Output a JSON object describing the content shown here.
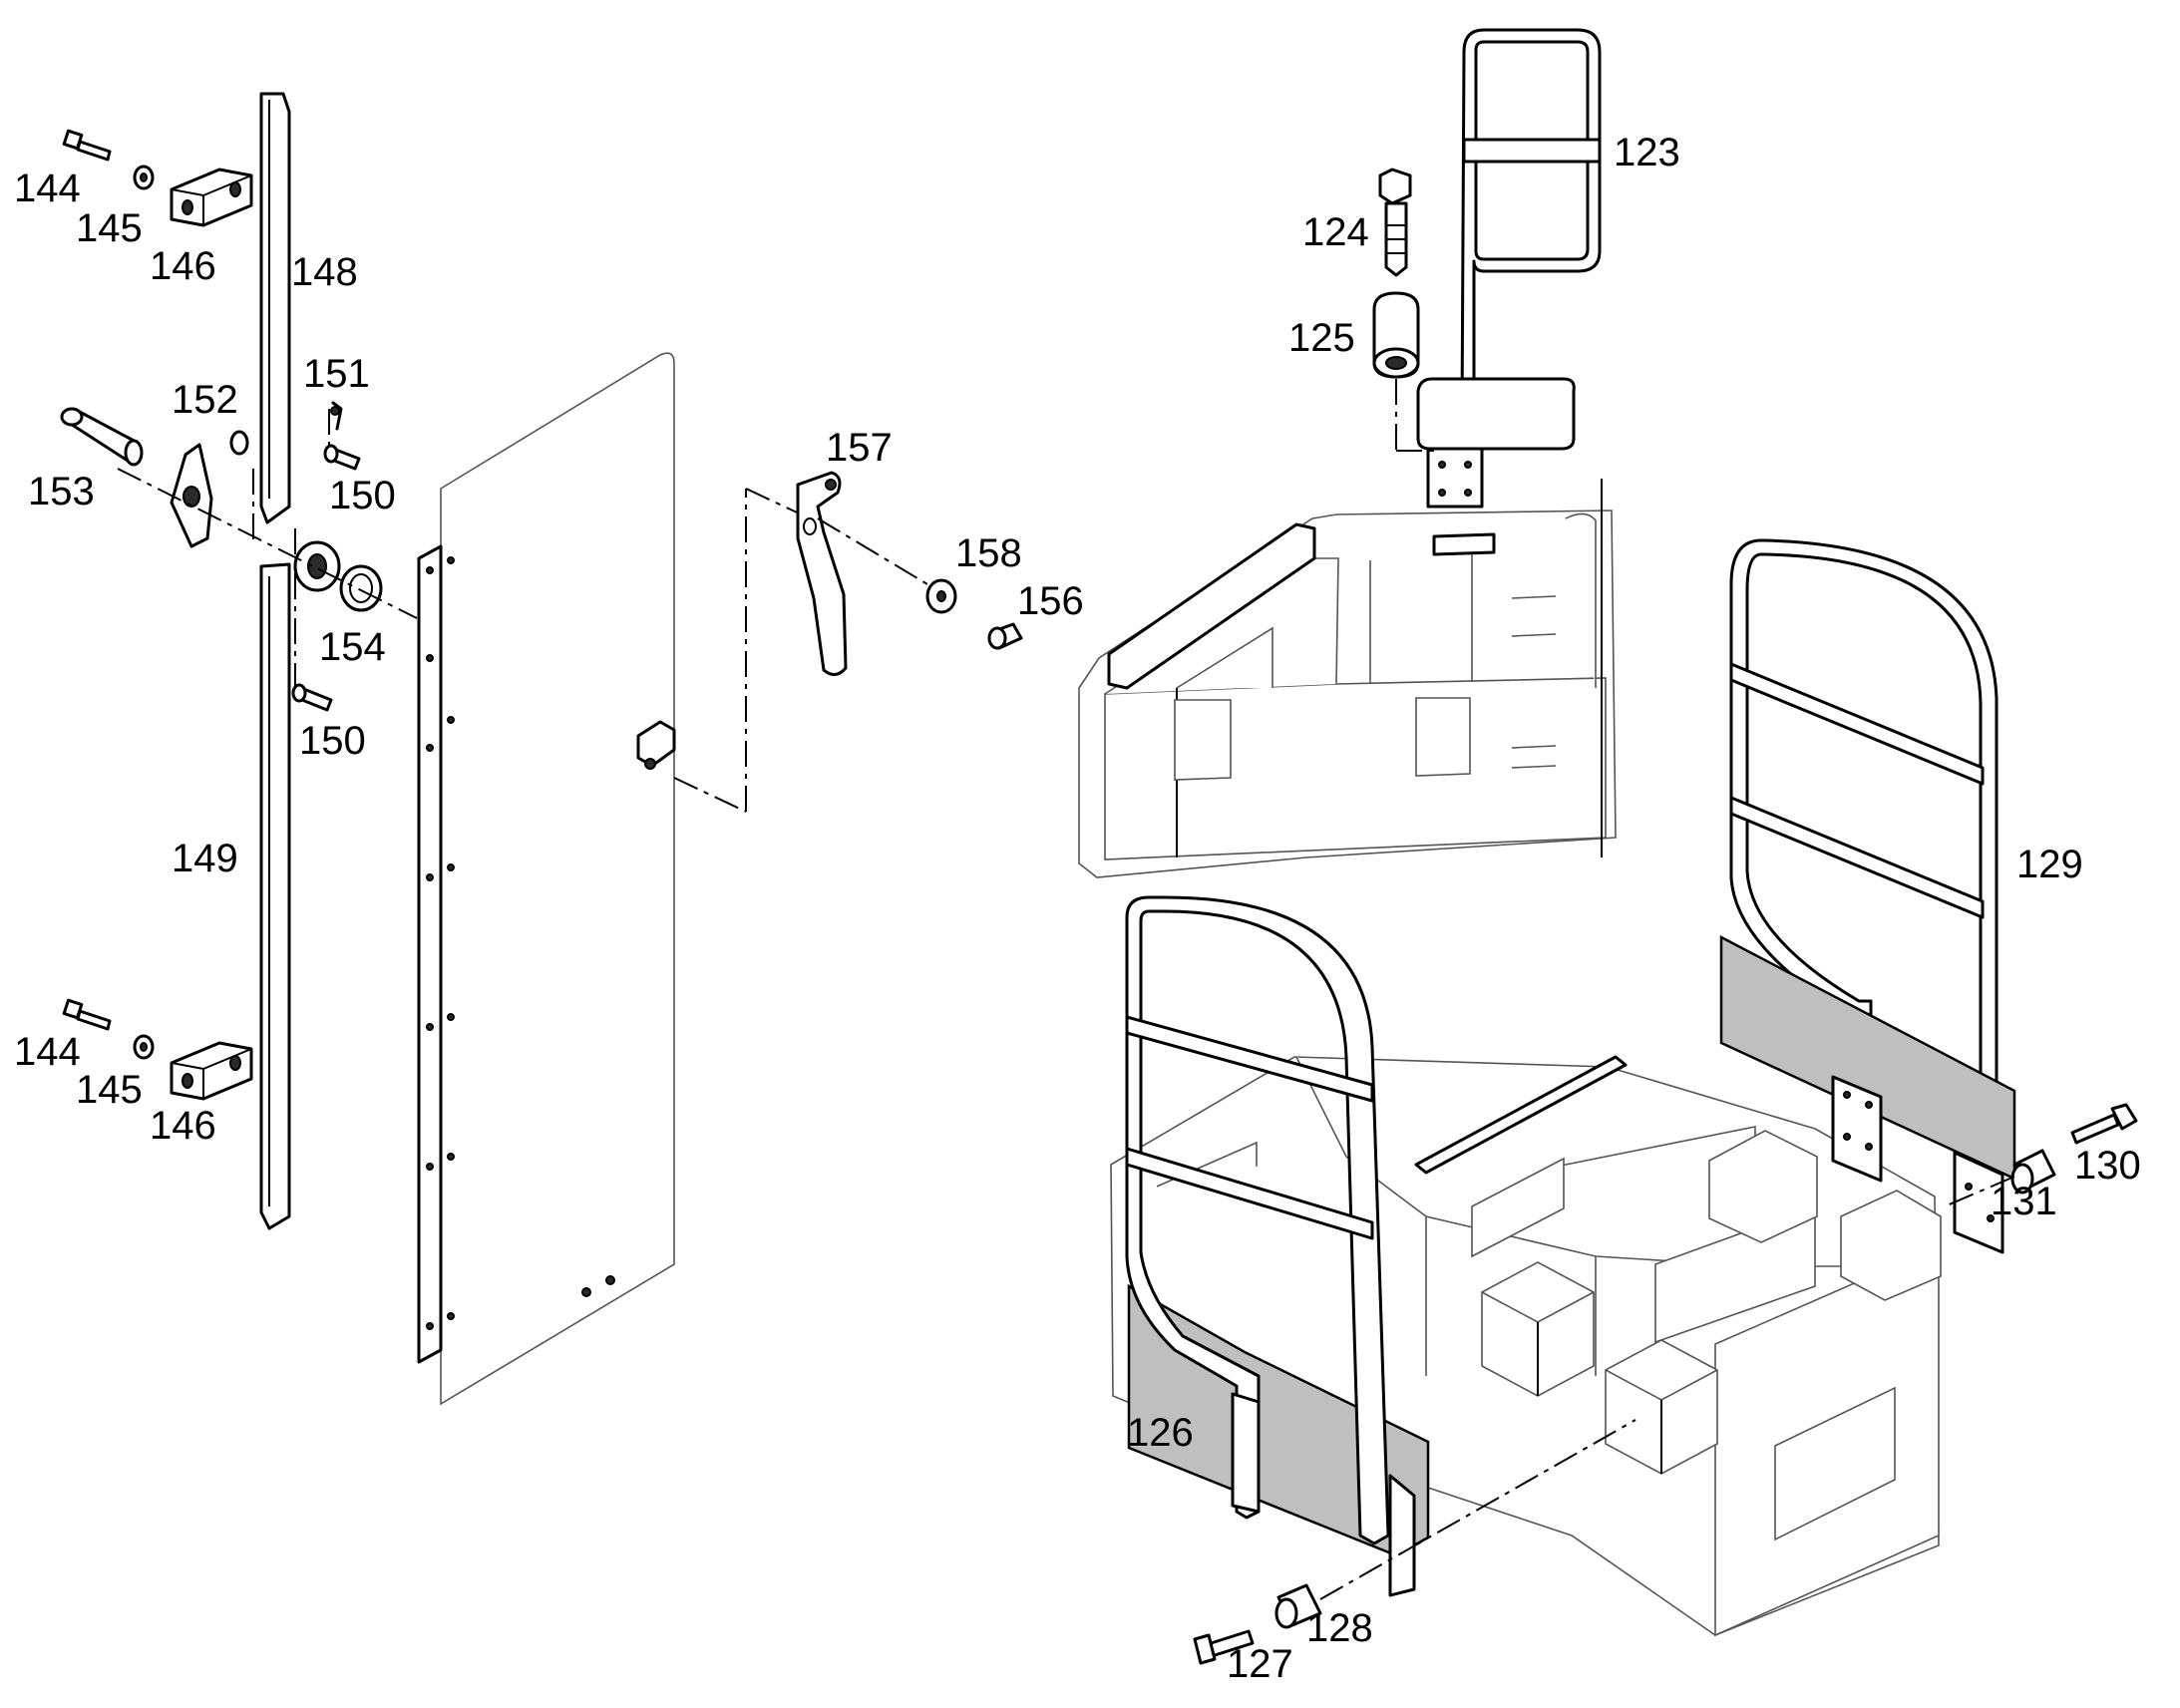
{
  "callouts": {
    "p123": "123",
    "p124": "124",
    "p125": "125",
    "p126": "126",
    "p127": "127",
    "p128": "128",
    "p129": "129",
    "p130": "130",
    "p131": "131",
    "p144a": "144",
    "p145a": "145",
    "p146a": "146",
    "p144b": "144",
    "p145b": "145",
    "p146b": "146",
    "p148": "148",
    "p149": "149",
    "p150a": "150",
    "p150b": "150",
    "p151": "151",
    "p152": "152",
    "p153": "153",
    "p154": "154",
    "p156": "156",
    "p157": "157",
    "p158": "158"
  },
  "colors": {
    "line": "#000000",
    "background": "#ffffff"
  }
}
